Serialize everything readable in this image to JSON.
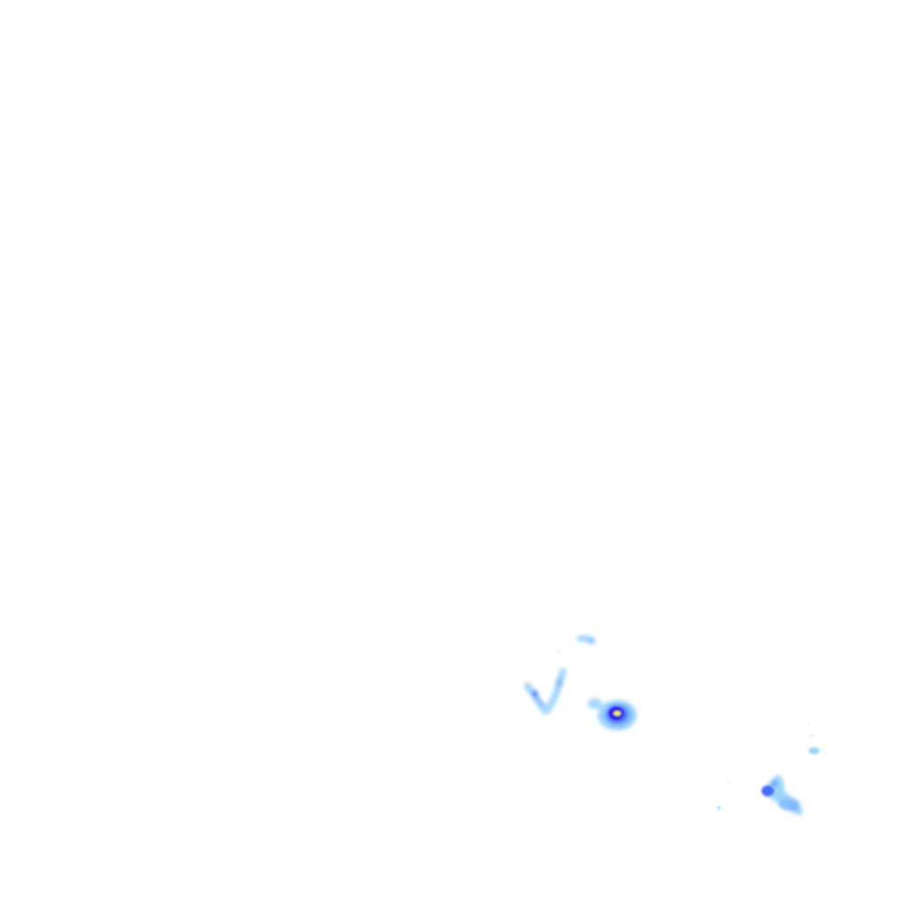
{
  "radar": {
    "colors": {
      "background": "#ffffff",
      "light": "#9fd4ff",
      "light_mid": "#7fb8ff",
      "medium": "#4a6cff",
      "heavy": "#2a14e0",
      "extreme": "#ffff00"
    },
    "echoes": [
      {
        "id": "north-fragment",
        "intensity": "light"
      },
      {
        "id": "west-cluster",
        "intensity": "light"
      },
      {
        "id": "central-cell",
        "intensity": "heavy",
        "core": "extreme"
      },
      {
        "id": "east-speckle",
        "intensity": "light"
      },
      {
        "id": "southeast-cluster",
        "intensity": "medium"
      }
    ]
  }
}
